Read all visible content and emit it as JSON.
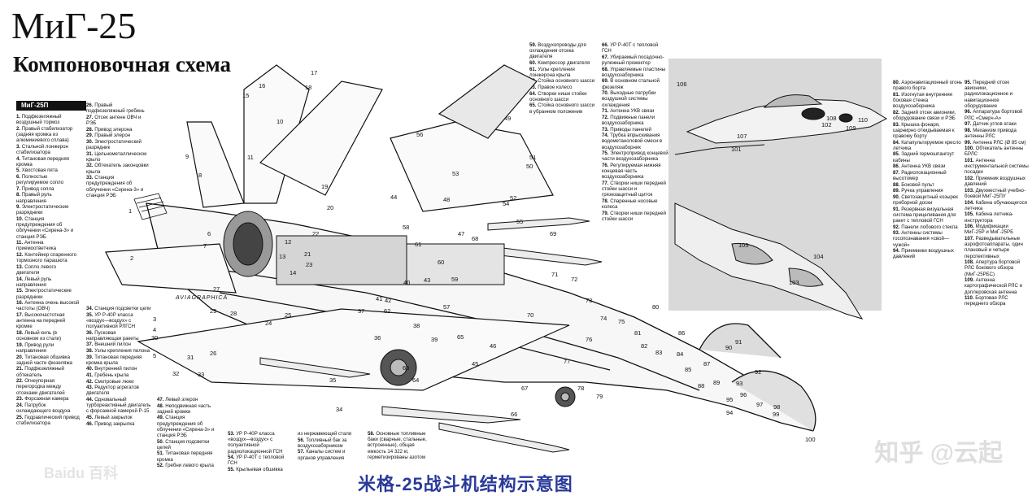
{
  "title": "МиГ-25",
  "subtitle": "Компоновочная схема",
  "legend_heading": "МиГ-25П",
  "caption": "米格-25战斗机结构示意图",
  "watermark": "知乎 @云起",
  "watermark_source": "Baidu 百科",
  "brand_label": "AVIAGRAPHICA",
  "legend_columns": [
    {
      "id": "col1",
      "entries": [
        {
          "n": "1.",
          "t": "Подфюзеляжный воздушный тормоз"
        },
        {
          "n": "2.",
          "t": "Правый стабилизатор (задняя кромка из алюминиевого сплава)"
        },
        {
          "n": "3.",
          "t": "Стальной лонжерон стабилизатора"
        },
        {
          "n": "4.",
          "t": "Титановая передняя кромка"
        },
        {
          "n": "5.",
          "t": "Хвостовая пята"
        },
        {
          "n": "6.",
          "t": "Полностью регулируемое сопло"
        },
        {
          "n": "7.",
          "t": "Привод сопла"
        },
        {
          "n": "8.",
          "t": "Правый руль направления"
        },
        {
          "n": "9.",
          "t": "Электростатические разрядники"
        },
        {
          "n": "10.",
          "t": "Станция предупреждения об облучении «Сирена-3» и станция РЭБ"
        },
        {
          "n": "11.",
          "t": "Антенна приемоответчика"
        },
        {
          "n": "12.",
          "t": "Контейнер спаренного тормозного парашюта"
        },
        {
          "n": "13.",
          "t": "Сопло левого двигателя"
        },
        {
          "n": "14.",
          "t": "Левый руль направления"
        },
        {
          "n": "15.",
          "t": "Электростатические разрядники"
        },
        {
          "n": "16.",
          "t": "Антенна очень высокой частоты (ОВЧ)"
        },
        {
          "n": "17.",
          "t": "Высокочастотная антенна на передней кромке"
        },
        {
          "n": "18.",
          "t": "Левый киль (в основном из стали)"
        },
        {
          "n": "19.",
          "t": "Привод рули направления"
        },
        {
          "n": "20.",
          "t": "Титановая обшивка задней части фюзеляжа"
        },
        {
          "n": "21.",
          "t": "Подфюзеляжный обтекатель"
        },
        {
          "n": "22.",
          "t": "Огнеупорная перегородка между отсеками двигателей"
        },
        {
          "n": "23.",
          "t": "Форсажная камера"
        },
        {
          "n": "24.",
          "t": "Патрубок охлаждающего воздуха"
        },
        {
          "n": "25.",
          "t": "Гидравлический привод стабилизатора"
        }
      ]
    },
    {
      "id": "col2",
      "entries": [
        {
          "n": "26.",
          "t": "Правый подфюзеляжный гребень"
        },
        {
          "n": "27.",
          "t": "Отсек антенн ОВЧ и РЭБ"
        },
        {
          "n": "28.",
          "t": "Привод элерона"
        },
        {
          "n": "29.",
          "t": "Правый элерон"
        },
        {
          "n": "30.",
          "t": "Электростатический разрядник"
        },
        {
          "n": "31.",
          "t": "Цельнометаллическое крыло"
        },
        {
          "n": "32.",
          "t": "Обтекатель законцовки крыла"
        },
        {
          "n": "33.",
          "t": "Станция предупреждения об облучении «Сирена-3» и станция РЭБ"
        }
      ]
    },
    {
      "id": "col3",
      "entries": [
        {
          "n": "34.",
          "t": "Станция подсветки цели"
        },
        {
          "n": "35.",
          "t": "УР Р-40Р класса «воздух—воздух» с полуактивной РЛГСН"
        },
        {
          "n": "36.",
          "t": "Пусковая направляющая ракеты"
        },
        {
          "n": "37.",
          "t": "Внешний пилон"
        },
        {
          "n": "38.",
          "t": "Узлы крепления пилона"
        },
        {
          "n": "39.",
          "t": "Титановая передняя кромка крыла"
        },
        {
          "n": "40.",
          "t": "Внутренний пилон"
        },
        {
          "n": "41.",
          "t": "Гребень крыла"
        },
        {
          "n": "42.",
          "t": "Смотровые люки"
        },
        {
          "n": "43.",
          "t": "Редуктор агрегатов двигателя"
        },
        {
          "n": "44.",
          "t": "Одновальный турбореактивный двигатель с форсажной камерой Р-15"
        },
        {
          "n": "45.",
          "t": "Левый закрылок"
        },
        {
          "n": "46.",
          "t": "Привод закрылка"
        }
      ]
    },
    {
      "id": "col4",
      "entries": [
        {
          "n": "47.",
          "t": "Левый элерон"
        },
        {
          "n": "48.",
          "t": "Неподвижная часть задней кромки"
        },
        {
          "n": "49.",
          "t": "Станция предупреждения об облучении «Сирена-3» и станция РЭБ"
        },
        {
          "n": "50.",
          "t": "Станция подсветки целей"
        },
        {
          "n": "51.",
          "t": "Титановая передняя кромка"
        },
        {
          "n": "52.",
          "t": "Гребни левого крыла"
        }
      ]
    },
    {
      "id": "col5",
      "entries": [
        {
          "n": "53.",
          "t": "УР Р-40Р класса «воздух—воздух» с полуактивной радиолокационной ГСН"
        },
        {
          "n": "54.",
          "t": "УР Р-40Т с тепловой ГСН"
        },
        {
          "n": "55.",
          "t": "Крыльевая обшивка"
        }
      ]
    },
    {
      "id": "col6",
      "entries": [
        {
          "n": "",
          "t": "из нержавеющей стали"
        },
        {
          "n": "56.",
          "t": "Топливный бак за воздухозаборником"
        },
        {
          "n": "57.",
          "t": "Каналы систем и органов управления"
        }
      ]
    },
    {
      "id": "col7",
      "entries": [
        {
          "n": "58.",
          "t": "Основные топливные баки (сварные, стальные, встроенные), общая емкость 14 322 кг, герметизированы азотом"
        }
      ]
    },
    {
      "id": "col8",
      "entries": [
        {
          "n": "59.",
          "t": "Воздухопроводы для охлаждения отсека двигателя"
        },
        {
          "n": "60.",
          "t": "Компрессор двигателя"
        },
        {
          "n": "61.",
          "t": "Узлы крепления лонжерона крыла"
        },
        {
          "n": "62.",
          "t": "Стойка основного шасси"
        },
        {
          "n": "63.",
          "t": "Правое колесо"
        },
        {
          "n": "64.",
          "t": "Створки ниши стойки основного шасси"
        },
        {
          "n": "65.",
          "t": "Стойка основного шасси в убранном положении"
        }
      ]
    },
    {
      "id": "col9",
      "entries": [
        {
          "n": "66.",
          "t": "УР Р-40Т с тепловой ГСН"
        },
        {
          "n": "67.",
          "t": "Убираемый посадочно-рулежный прожектор"
        },
        {
          "n": "68.",
          "t": "Управляемые пластины воздухозаборника"
        },
        {
          "n": "69.",
          "t": "В основном стальной фюзеляж"
        },
        {
          "n": "70.",
          "t": "Выходные патрубки воздушной системы охлаждения"
        },
        {
          "n": "71.",
          "t": "Антенна УКВ связи"
        },
        {
          "n": "72.",
          "t": "Подвижные панели воздухозаборника"
        },
        {
          "n": "73.",
          "t": "Приводы панелей"
        },
        {
          "n": "74.",
          "t": "Трубка впрыскивания водометаноловой смеси в воздухозаборник"
        },
        {
          "n": "75.",
          "t": "Электропривод концевой части воздухозаборника"
        },
        {
          "n": "76.",
          "t": "Регулируемая нижняя концевая часть воздухозаборника"
        },
        {
          "n": "77.",
          "t": "Створки ниши передней стойки шасси и грязезащитный щиток"
        },
        {
          "n": "78.",
          "t": "Спаренные носовые колеса"
        },
        {
          "n": "79.",
          "t": "Створки ниши передней стойки шасси"
        }
      ]
    },
    {
      "id": "col10",
      "entries": [
        {
          "n": "80.",
          "t": "Аэронавигационный огонь правого борта"
        },
        {
          "n": "81.",
          "t": "Изогнутая внутренняя боковая стенка воздухозаборника"
        },
        {
          "n": "82.",
          "t": "Задний отсек авионики, оборудование связи и РЭБ"
        },
        {
          "n": "83.",
          "t": "Крышка фонаря, шарнирно откидываемая к правому борту"
        },
        {
          "n": "84.",
          "t": "Катапультируемое кресло летчика"
        },
        {
          "n": "85.",
          "t": "Задний гермошпангоут кабины"
        },
        {
          "n": "86.",
          "t": "Антенна УКВ связи"
        },
        {
          "n": "87.",
          "t": "Радиолокационный высотомер"
        },
        {
          "n": "88.",
          "t": "Боковой пульт"
        },
        {
          "n": "89.",
          "t": "Ручка управления"
        },
        {
          "n": "90.",
          "t": "Светозащитный козырек приборной доски"
        },
        {
          "n": "91.",
          "t": "Резервная визуальная система прицеливания для ракет с тепловой ГСН"
        },
        {
          "n": "92.",
          "t": "Панели лобового стекла"
        },
        {
          "n": "93.",
          "t": "Антенны системы госопознавания «свой—чужой»"
        },
        {
          "n": "94.",
          "t": "Приемники воздушных давлений"
        }
      ]
    },
    {
      "id": "col11",
      "entries": [
        {
          "n": "95.",
          "t": "Передний отсек авионики, радиолокационное и навигационное оборудование"
        },
        {
          "n": "96.",
          "t": "Аппаратура бортовой РЛС «Смерч-А»"
        },
        {
          "n": "97.",
          "t": "Датчик углов атаки"
        },
        {
          "n": "98.",
          "t": "Механизм привода антенны РЛС"
        },
        {
          "n": "99.",
          "t": "Антенна РЛС (Ø 85 см)"
        },
        {
          "n": "100.",
          "t": "Обтекатель антенны БРЛС"
        },
        {
          "n": "101.",
          "t": "Антенна инструментальной системы посадки"
        },
        {
          "n": "102.",
          "t": "Приемник воздушных давлений"
        },
        {
          "n": "103.",
          "t": "Двухместный учебно-боевой МиГ-25ПУ"
        },
        {
          "n": "104.",
          "t": "Кабина обучающегося летчика"
        },
        {
          "n": "105.",
          "t": "Кабина летчика-инструктора"
        },
        {
          "n": "106.",
          "t": "Модификации МиГ-25Р и МиГ-25РБ"
        },
        {
          "n": "107.",
          "t": "Разведывательные аэрофотоаппараты, один плановый и четыре перспективных"
        },
        {
          "n": "108.",
          "t": "Апертура бортовой РЛС бокового обзора (МиГ-25РБС)"
        },
        {
          "n": "109.",
          "t": "Антенна картографической РЛС и доплеровская антенна"
        },
        {
          "n": "110.",
          "t": "Бортовая РЛС переднего обзора"
        }
      ]
    }
  ],
  "callouts": [
    "1",
    "2",
    "3",
    "4",
    "5",
    "6",
    "7",
    "8",
    "9",
    "10",
    "11",
    "12",
    "13",
    "14",
    "15",
    "16",
    "17",
    "18",
    "19",
    "20",
    "21",
    "22",
    "23",
    "24",
    "25",
    "26",
    "27",
    "28",
    "29",
    "30",
    "31",
    "32",
    "33",
    "34",
    "35",
    "36",
    "37",
    "38",
    "39",
    "40",
    "41",
    "42",
    "43",
    "44",
    "45",
    "46",
    "47",
    "48",
    "49",
    "50",
    "51",
    "52",
    "53",
    "54",
    "55",
    "56",
    "57",
    "58",
    "59",
    "60",
    "61",
    "62",
    "63",
    "64",
    "65",
    "66",
    "67",
    "68",
    "69",
    "70",
    "71",
    "72",
    "73",
    "74",
    "75",
    "76",
    "77",
    "78",
    "79",
    "80",
    "81",
    "82",
    "83",
    "84",
    "85",
    "86",
    "87",
    "88",
    "89",
    "90",
    "91",
    "92",
    "93",
    "94",
    "95",
    "96",
    "97",
    "98",
    "99",
    "100",
    "101",
    "102",
    "103",
    "104",
    "105",
    "106",
    "107",
    "108",
    "109",
    "110"
  ]
}
